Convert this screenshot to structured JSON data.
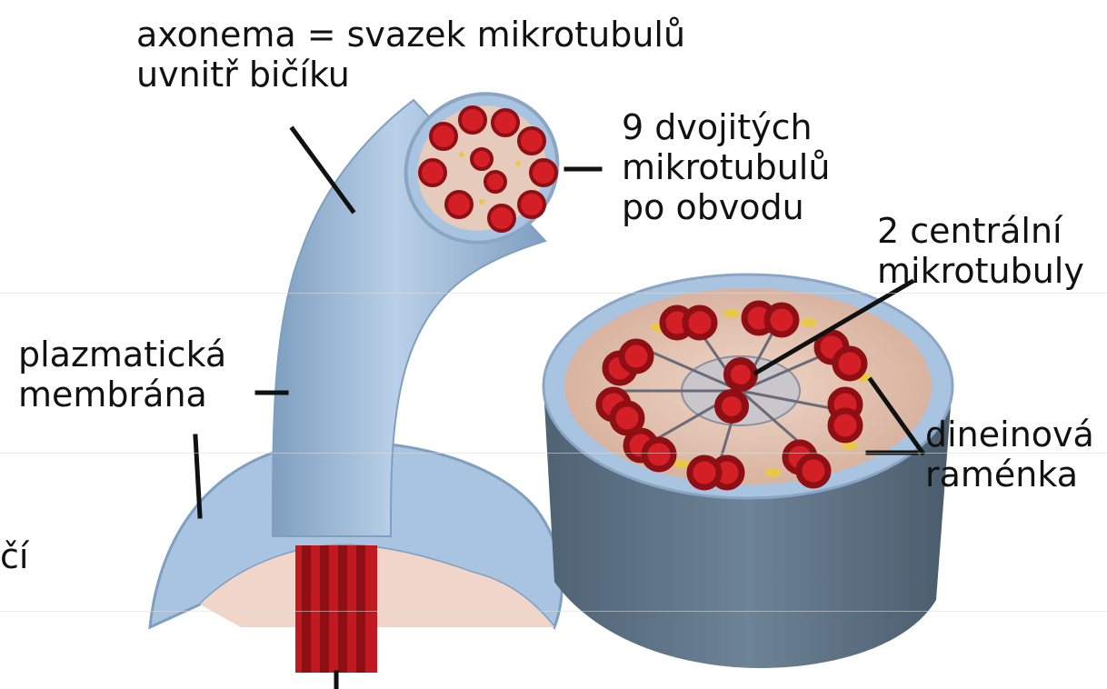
{
  "labels": {
    "axonema": [
      "axonema = svazek mikrotubulů",
      "uvnitř bičíku"
    ],
    "outer_doublets": [
      "9 dvojitých",
      "mikrotubulů",
      "po obvodu"
    ],
    "central_pair": [
      "2 centrální",
      "mikrotubuly"
    ],
    "membrane": [
      "plazmatická",
      "membrána"
    ],
    "dynein_arms": [
      "dineinová",
      "raménka"
    ],
    "cut_fragment": "čí"
  },
  "colors": {
    "membrane": "#a9c4e0",
    "membrane_shadow": "#7f9fc0",
    "cylinder_wall": "#5f7587",
    "cross_section_fill": "#e8c9b8",
    "microtubule": "#d41f27",
    "microtubule_dark": "#8e1014",
    "dynein": "#e8c84a",
    "leader_line": "#111111"
  },
  "icons": [
    "flagellum-illustration",
    "axoneme-cross-section-illustration"
  ]
}
